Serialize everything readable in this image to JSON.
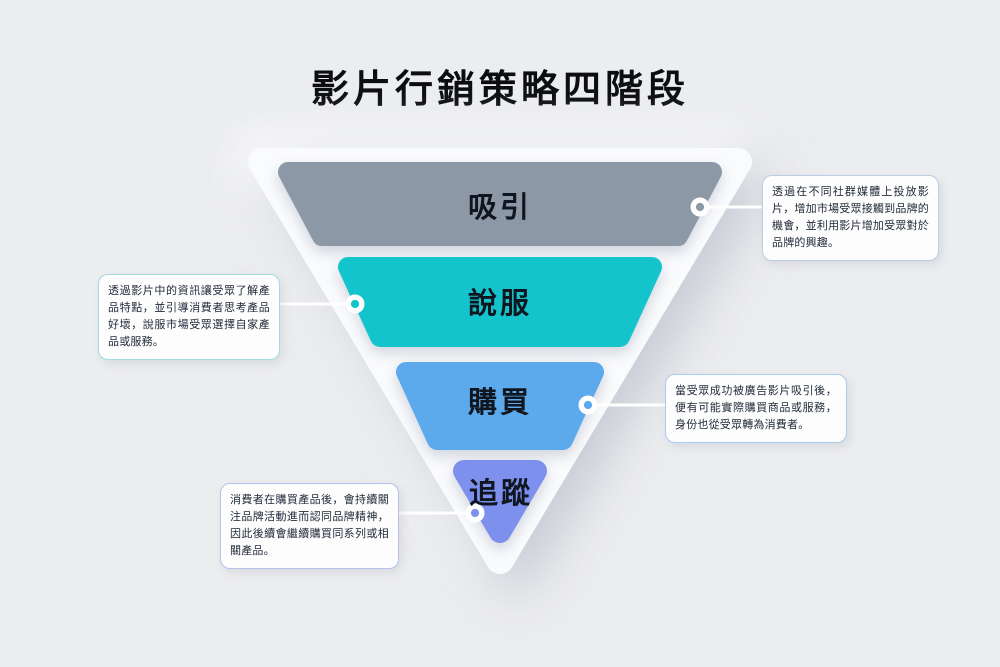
{
  "title": "影片行銷策略四階段",
  "background_color": "#ecedef",
  "text_color": "#222b38",
  "funnel": {
    "type": "inverted-funnel",
    "backdrop_color": "#fafbfd",
    "connector_color": "#ffffff"
  },
  "stages": [
    {
      "label": "吸引",
      "color": "#8d98a7",
      "callout_border": "#b6cfe6",
      "callout_side": "right",
      "description": "透過在不同社群媒體上投放影片，增加市場受眾接觸到品牌的機會，並利用影片增加受眾對於品牌的興趣。"
    },
    {
      "label": "說服",
      "color": "#14c4cc",
      "callout_border": "#9edde2",
      "callout_side": "left",
      "description": "透過影片中的資訊讓受眾了解產品特點，並引導消費者思考產品好壞，說服市場受眾選擇自家產品或服務。"
    },
    {
      "label": "購買",
      "color": "#5ca9ec",
      "callout_border": "#a9cdf2",
      "callout_side": "right",
      "description": "當受眾成功被廣告影片吸引後，便有可能實際購買商品或服務，身份也從受眾轉為消費者。"
    },
    {
      "label": "追蹤",
      "color": "#7d90ee",
      "callout_border": "#b7c1ef",
      "callout_side": "left",
      "description": "消費者在購買產品後，會持續關注品牌活動進而認同品牌精神，因此後續會繼續購買同系列或相關產品。"
    }
  ]
}
